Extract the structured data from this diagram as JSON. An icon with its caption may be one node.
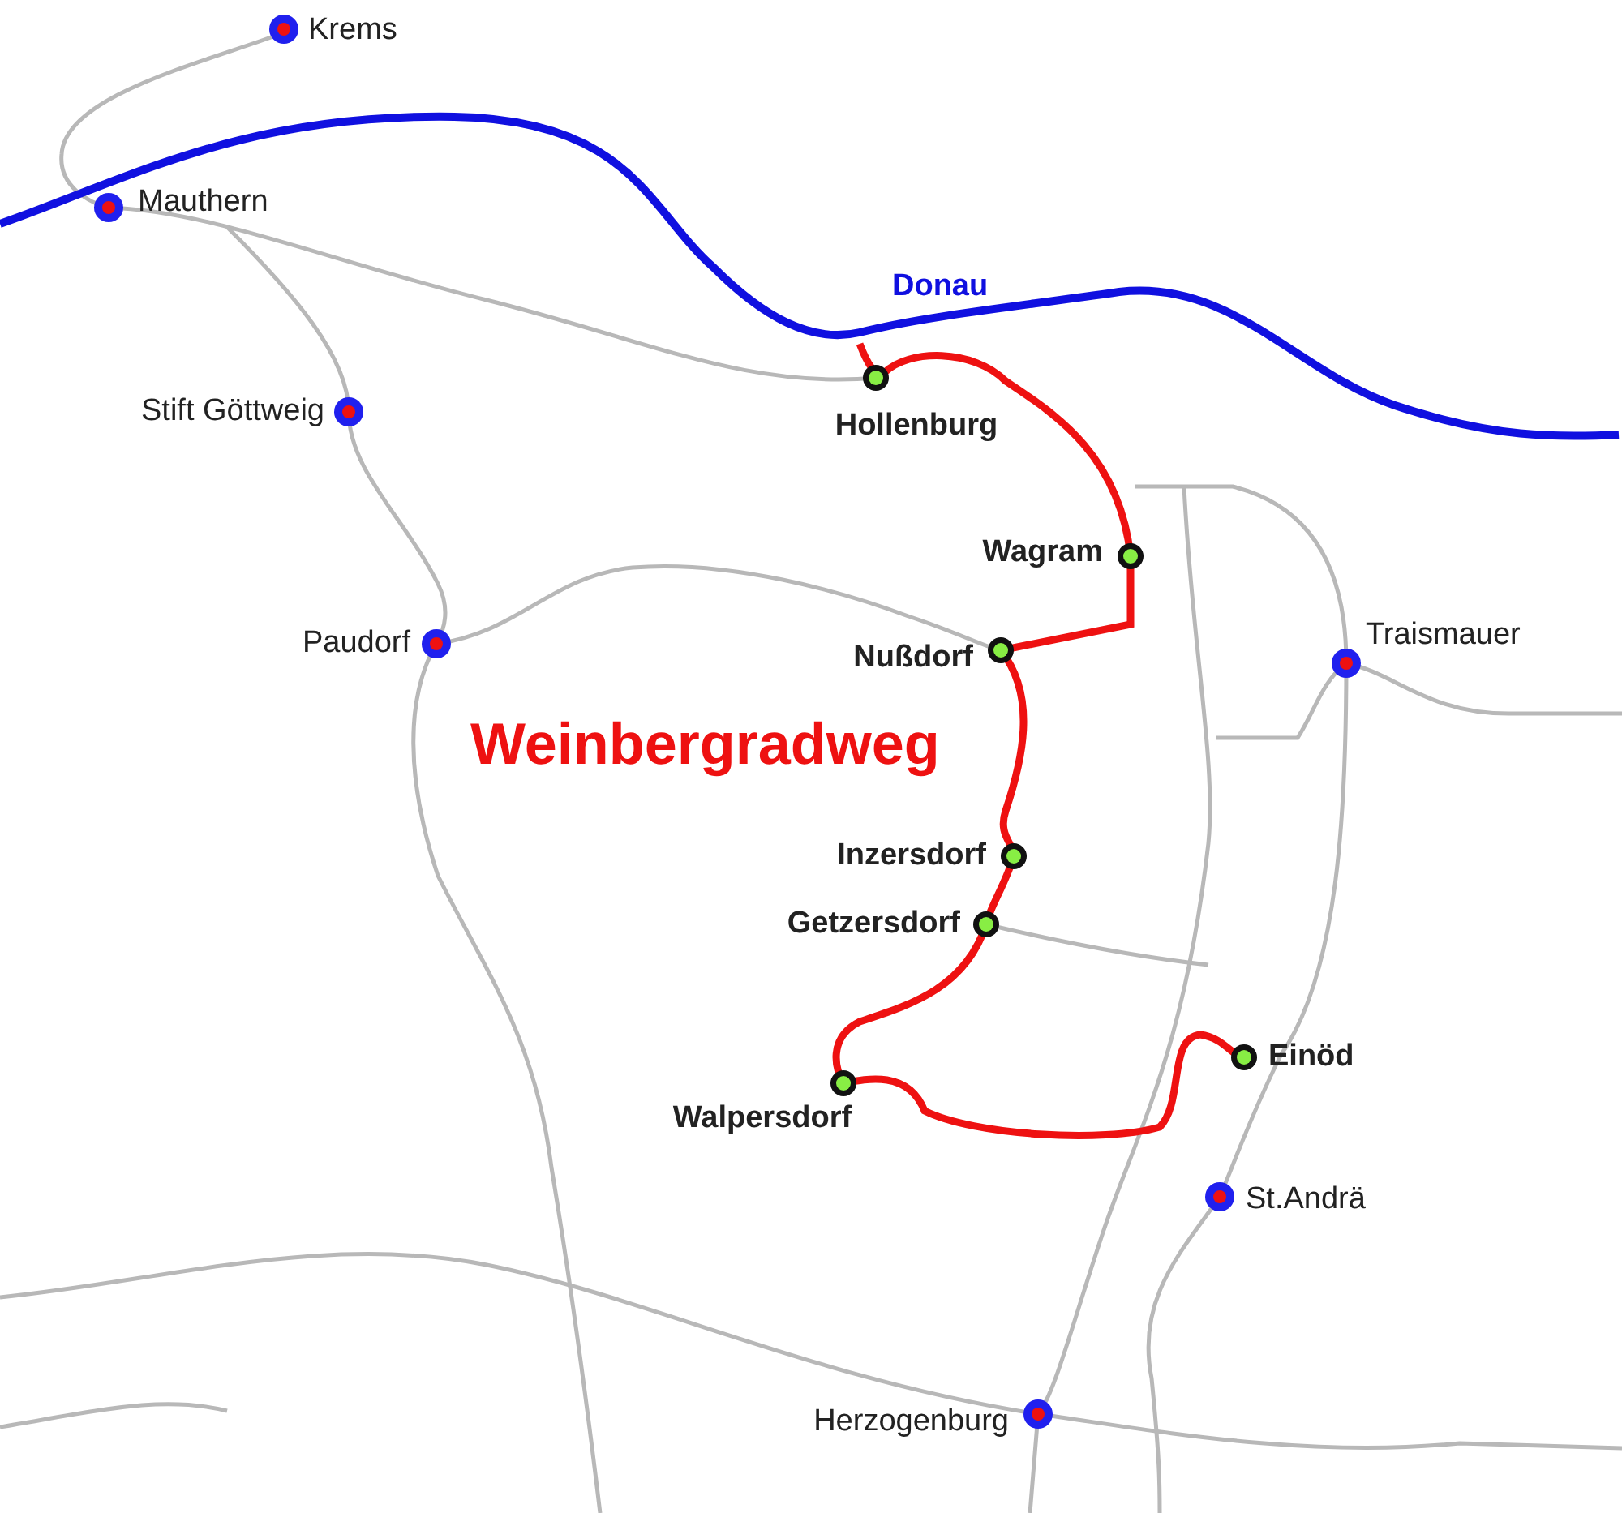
{
  "diagram": {
    "labels": [
      "Krems",
      "Mauthern",
      "Donau",
      "Hollenburg",
      "Stift Göttweig",
      "Wagram",
      "Paudorf",
      "Traismauer",
      "Nußdorf",
      "Weinbergradweg",
      "Inzersdorf",
      "Getzersdorf",
      "Einöd",
      "Walpersdorf",
      "St.Andrä",
      "Herzogenburg"
    ]
  }
}
